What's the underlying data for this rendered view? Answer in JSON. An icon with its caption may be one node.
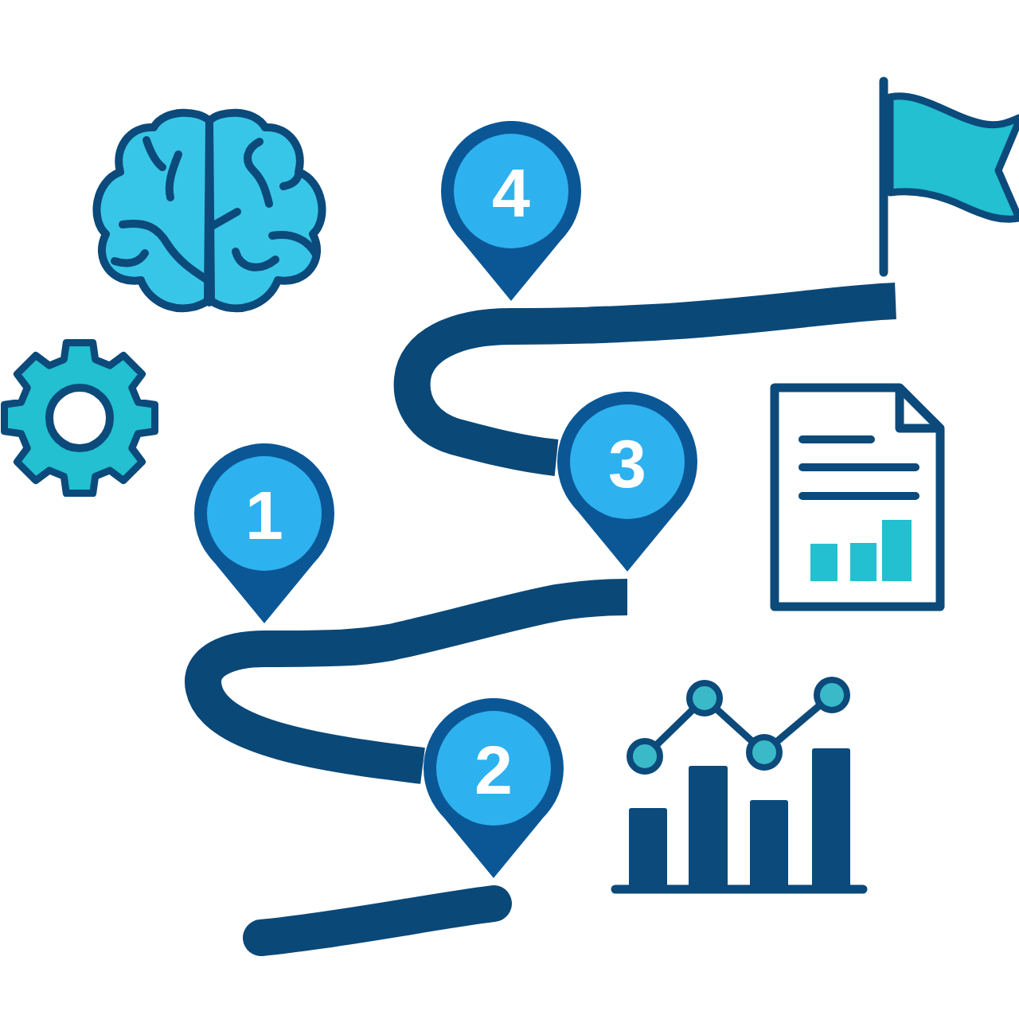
{
  "diagram": {
    "nodes": [
      {
        "text": [
          "1"
        ]
      },
      {
        "text": [
          "2"
        ]
      },
      {
        "text": [
          "3"
        ]
      },
      {
        "text": [
          "4"
        ]
      },
      {
        "text": [],
        "shape": "flag"
      }
    ],
    "edges": [
      {
        "from": null,
        "to": 1,
        "arrow": "none"
      },
      {
        "from": 1,
        "to": 0,
        "arrow": "none"
      },
      {
        "from": 0,
        "to": 2,
        "arrow": "none"
      },
      {
        "from": 2,
        "to": 3,
        "arrow": "none"
      },
      {
        "from": 3,
        "to": 4,
        "arrow": "none"
      }
    ]
  }
}
